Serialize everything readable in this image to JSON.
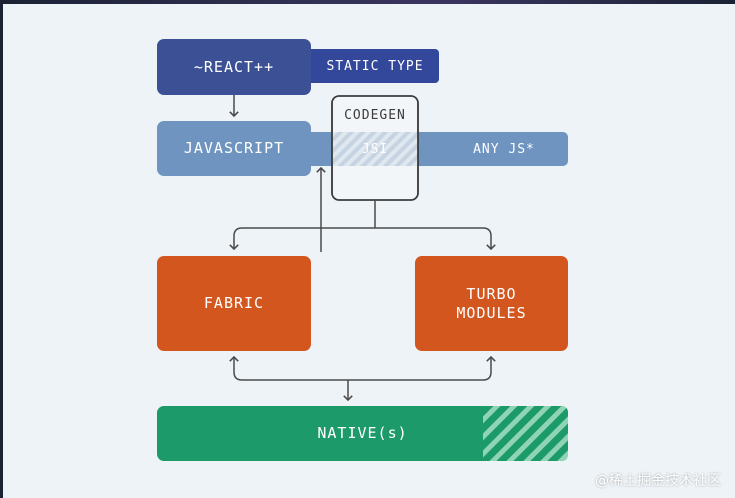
{
  "nodes": {
    "react": "~REACT++",
    "static_type": "STATIC TYPE",
    "codegen": "CODEGEN",
    "javascript": "JAVASCRIPT",
    "jsi": "JSI",
    "any_js": "ANY JS*",
    "fabric": "FABRIC",
    "turbo_modules": "TURBO\nMODULES",
    "native": "NATIVE(s)"
  },
  "watermark": "@稀土掘金技术社区",
  "colors": {
    "background": "#eef3f7",
    "react": "#3c5195",
    "static_type": "#33479b",
    "javascript": "#6f94bf",
    "any_js": "#6f94bf",
    "jsi_band": "#5d87b6",
    "codegen_border": "#3c3c3c",
    "fabric": "#d4561f",
    "turbo": "#d4561f",
    "native": "#1c9a69",
    "arrow": "#4a4a4a"
  }
}
